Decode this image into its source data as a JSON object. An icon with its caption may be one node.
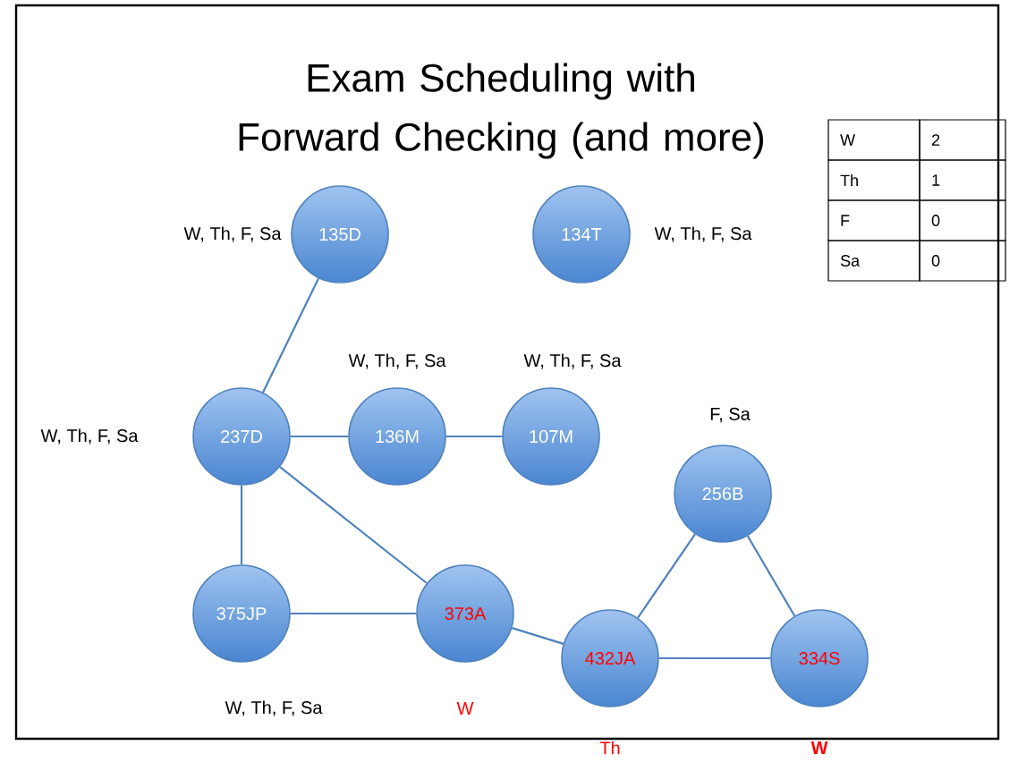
{
  "diagram": {
    "title": "Exam Scheduling with Forward Checking (and more)",
    "nodes": [
      {
        "text": [
          "135D"
        ],
        "beside": [
          "W, Th, F, Sa"
        ]
      },
      {
        "text": [
          "134T"
        ],
        "beside": [
          "W, Th, F, Sa"
        ]
      },
      {
        "text": [
          "237D"
        ],
        "beside": [
          "W, Th, F, Sa"
        ]
      },
      {
        "text": [
          "136M"
        ],
        "beside": [
          "W, Th, F, Sa"
        ]
      },
      {
        "text": [
          "107M"
        ],
        "beside": [
          "W, Th, F, Sa"
        ]
      },
      {
        "text": [
          "256B"
        ],
        "beside": [
          "F, Sa"
        ]
      },
      {
        "text": [
          "375JP"
        ],
        "beside": [
          "W, Th, F, Sa"
        ]
      },
      {
        "text": [
          "373A"
        ],
        "beside": [
          "W"
        ]
      },
      {
        "text": [
          "432JA"
        ],
        "beside": [
          "Th"
        ]
      },
      {
        "text": [
          "334S"
        ],
        "beside": [
          "W"
        ]
      }
    ],
    "edges": [
      {
        "from": 0,
        "to": 2,
        "arrow": "none"
      },
      {
        "from": 2,
        "to": 3,
        "arrow": "none"
      },
      {
        "from": 3,
        "to": 4,
        "arrow": "none"
      },
      {
        "from": 2,
        "to": 6,
        "arrow": "none"
      },
      {
        "from": 2,
        "to": 7,
        "arrow": "none"
      },
      {
        "from": 6,
        "to": 7,
        "arrow": "none"
      },
      {
        "from": 7,
        "to": 8,
        "arrow": "none"
      },
      {
        "from": 8,
        "to": 5,
        "arrow": "none"
      },
      {
        "from": 5,
        "to": 9,
        "arrow": "none"
      },
      {
        "from": 8,
        "to": 9,
        "arrow": "none"
      }
    ],
    "labels": [
      "W",
      "2",
      "Th",
      "1",
      "F",
      "0",
      "Sa",
      "0"
    ]
  }
}
